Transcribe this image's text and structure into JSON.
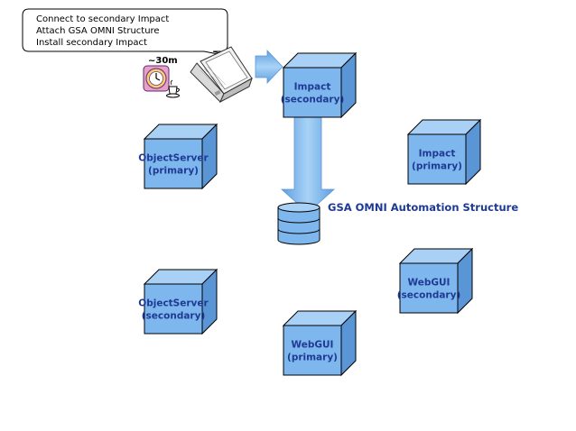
{
  "callout": {
    "lines": [
      "Connect to secondary Impact",
      "Attach GSA OMNI Structure",
      "Install secondary Impact"
    ]
  },
  "duration": "~30m",
  "structure_label": "GSA OMNI Automation Structure",
  "nodes": {
    "impact_secondary": {
      "line1": "Impact",
      "line2": "(secondary)"
    },
    "impact_primary": {
      "line1": "Impact",
      "line2": "(primary)"
    },
    "objectserver_primary": {
      "line1": "ObjectServer",
      "line2": "(primary)"
    },
    "objectserver_secondary": {
      "line1": "ObjectServer",
      "line2": "(secondary)"
    },
    "webgui_secondary": {
      "line1": "WebGUI",
      "line2": "(secondary)"
    },
    "webgui_primary": {
      "line1": "WebGUI",
      "line2": "(primary)"
    }
  },
  "colors": {
    "box_front": "#7eb6ee",
    "box_top": "#a9d0f5",
    "box_side": "#5a95d6",
    "arrow": "#8ec2f0",
    "stroke": "#000000"
  }
}
